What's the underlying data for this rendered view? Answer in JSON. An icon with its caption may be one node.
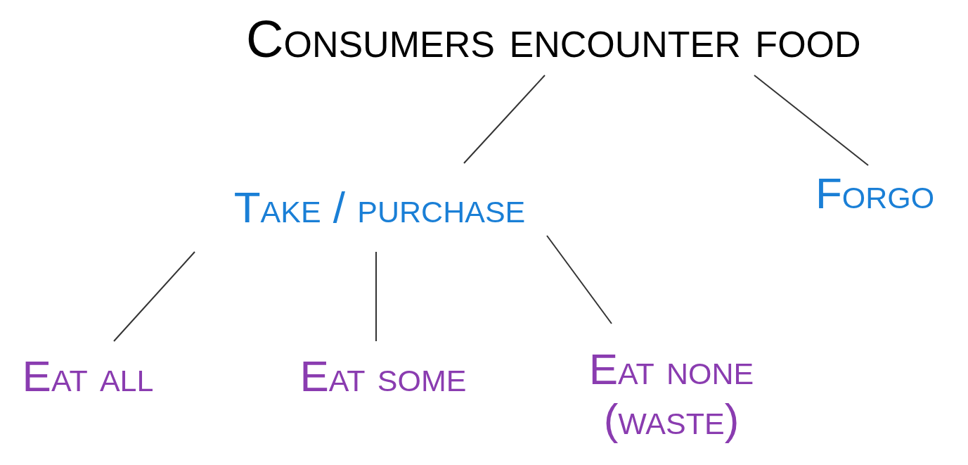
{
  "diagram": {
    "nodes": [
      {
        "text": [
          "Consumers encounter food"
        ]
      },
      {
        "text": [
          "Take / purchase"
        ]
      },
      {
        "text": [
          "Forgo"
        ]
      },
      {
        "text": [
          "Eat all"
        ]
      },
      {
        "text": [
          "Eat some"
        ]
      },
      {
        "text": [
          "Eat none (waste)"
        ]
      }
    ],
    "edges": [
      {
        "from": 0,
        "to": 1,
        "arrow": "none"
      },
      {
        "from": 0,
        "to": 2,
        "arrow": "none"
      },
      {
        "from": 1,
        "to": 3,
        "arrow": "none"
      },
      {
        "from": 1,
        "to": 4,
        "arrow": "none"
      },
      {
        "from": 1,
        "to": 5,
        "arrow": "none"
      }
    ]
  }
}
